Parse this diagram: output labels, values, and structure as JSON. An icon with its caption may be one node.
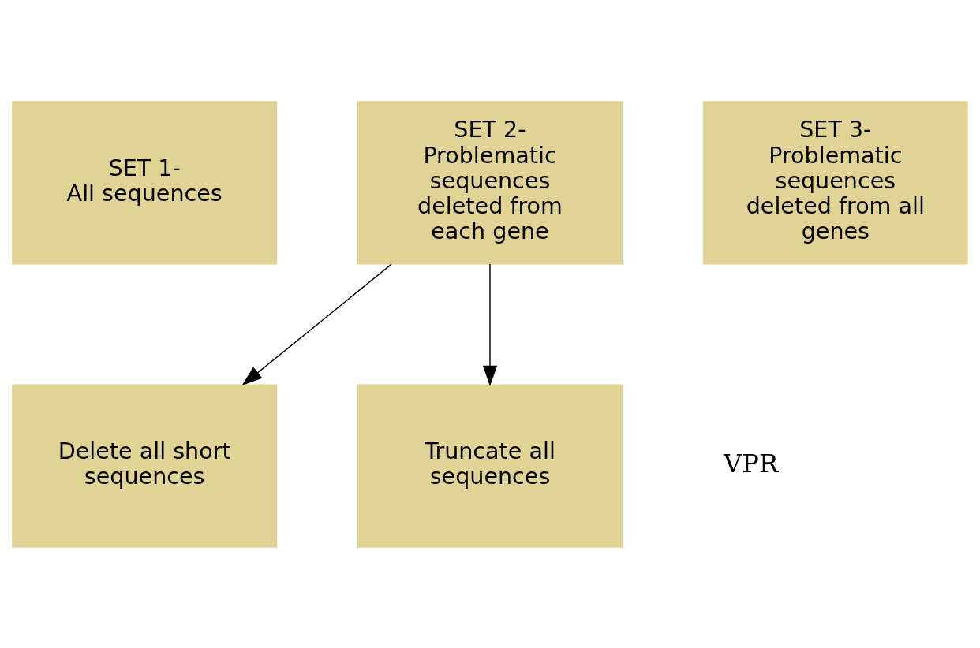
{
  "diagram": {
    "nodes": [
      {
        "text": [
          "SET 1-",
          "All sequences"
        ]
      },
      {
        "text": [
          "SET 2-",
          "Problematic sequences deleted from each gene"
        ]
      },
      {
        "text": [
          "SET 3-",
          "Problematic sequences deleted from all genes"
        ]
      },
      {
        "text": [
          "Delete all short sequences"
        ]
      },
      {
        "text": [
          "Truncate all sequences"
        ]
      }
    ],
    "edges": [
      {
        "from": 1,
        "to": 3,
        "arrow": "to"
      },
      {
        "from": 1,
        "to": 4,
        "arrow": "to"
      }
    ],
    "labels": [
      "VPR"
    ]
  }
}
